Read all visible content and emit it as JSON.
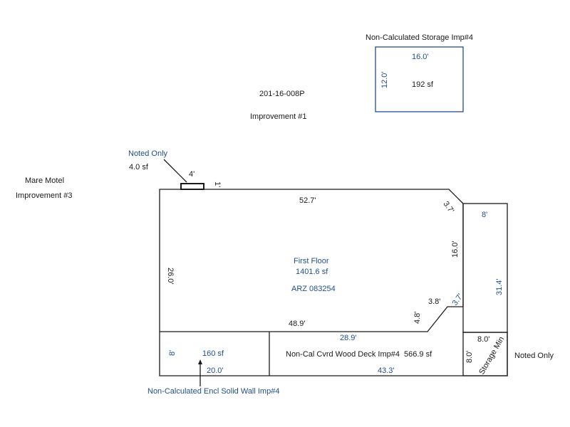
{
  "parcel": {
    "id": "201-16-008P",
    "improvement": "Improvement #1"
  },
  "other_building": {
    "name": "Mare Motel",
    "improvement": "Improvement #3"
  },
  "storage": {
    "title": "Non-Calculated Storage Imp#4",
    "width": "16.0'",
    "depth": "12.0'",
    "area": "192 sf"
  },
  "noted_only_top": {
    "label": "Noted Only",
    "area": "4.0 sf",
    "width": "4'",
    "depth": "1'"
  },
  "first_floor": {
    "label": "First Floor",
    "area": "1401.6 sf",
    "code": "ARZ 083254",
    "dims": {
      "top": "52.7'",
      "left": "26.0'",
      "bottom": "48.9'",
      "step": "4.8'",
      "notch": "3.8'",
      "right": "16.0'",
      "diag_top": "3.7'",
      "diag_bottom": "3.7'"
    }
  },
  "right_strip": {
    "width": "8'",
    "height": "31.4'"
  },
  "wood_deck": {
    "label": "Non-Cal Cvrd Wood Deck Imp#4",
    "area": "566.9 sf",
    "top": "28.9'",
    "bottom": "43.3'"
  },
  "encl_wall": {
    "depth": "8'",
    "area": "160 sf",
    "width": "20.0'",
    "callout": "Non-Calculated Encl Solid Wall Imp#4"
  },
  "storage_min": {
    "label": "Storage Min",
    "width": "8.0'",
    "depth": "8.0'"
  },
  "noted_only_right": {
    "label": "Noted Only"
  },
  "colors": {
    "line": "#1a1a1a",
    "accent": "#1f4e8c",
    "background": "#ffffff"
  }
}
